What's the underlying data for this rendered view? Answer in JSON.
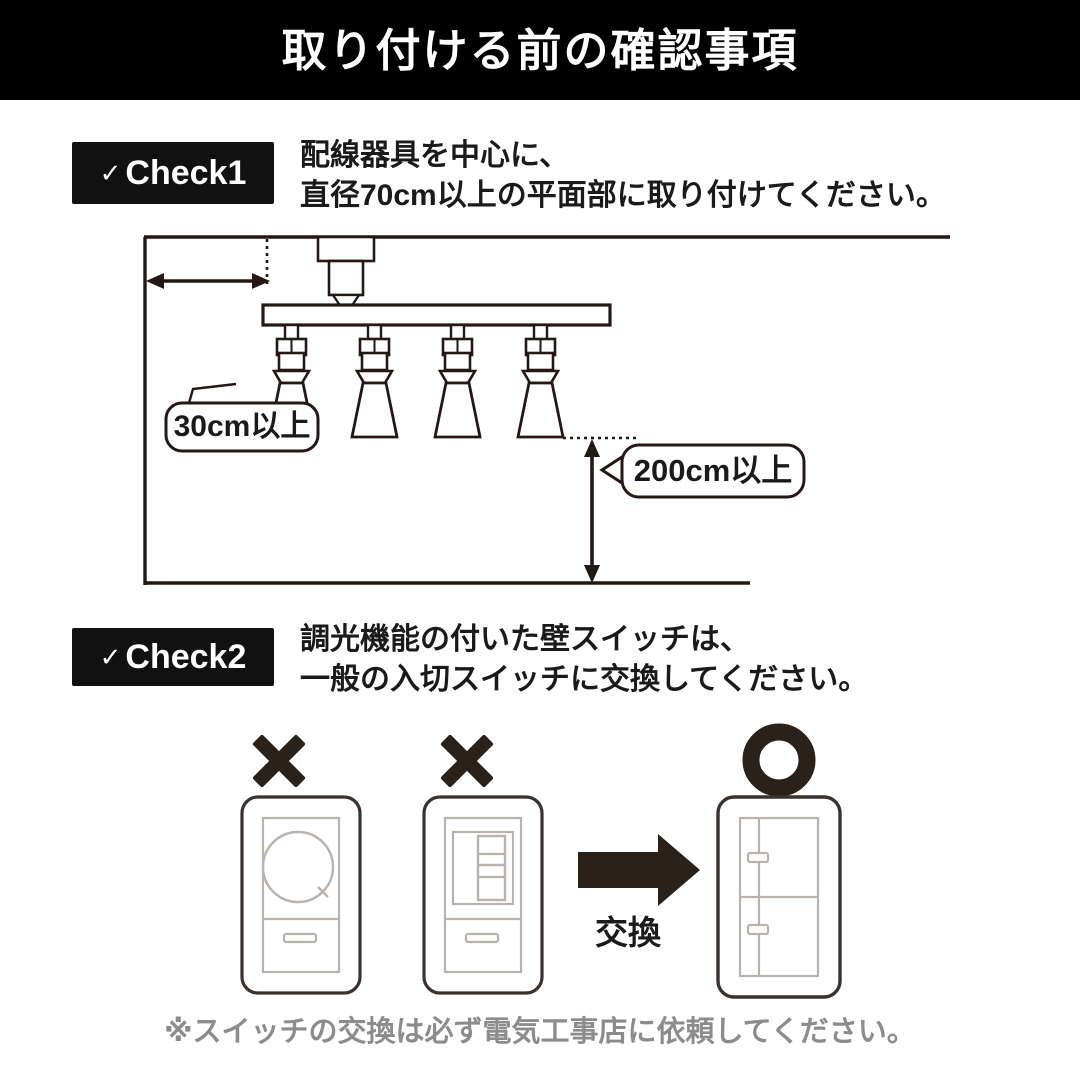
{
  "header": {
    "title": "取り付ける前の確認事項",
    "bg_color": "#000000",
    "text_color": "#ffffff"
  },
  "check1": {
    "badge_check_glyph": "✓",
    "badge_label": "Check1",
    "line1": "配線器具を中心に、",
    "line2": "直径70cm以上の平面部に取り付けてください。"
  },
  "check2": {
    "badge_check_glyph": "✓",
    "badge_label": "Check2",
    "line1": "調光機能の付いた壁スイッチは、",
    "line2": "一般の入切スイッチに交換してください。"
  },
  "room_diagram": {
    "callout_horizontal": "30cm以上",
    "callout_vertical": "200cm以上",
    "spotlight_count": 4,
    "line_color": "#231815",
    "ceiling_label": "ceiling-line",
    "floor_label": "floor-line"
  },
  "switches": {
    "bad_mark": "✕",
    "good_mark": "○",
    "arrow_label": "交換",
    "items": [
      {
        "name": "rotary-dimmer-switch",
        "verdict": "bad"
      },
      {
        "name": "slider-dimmer-switch",
        "verdict": "bad"
      },
      {
        "name": "standard-onoff-switch",
        "verdict": "good"
      }
    ],
    "mark_color": "#2b211b",
    "outline_color": "#3a322e"
  },
  "footnote": {
    "text": "※スイッチの交換は必ず電気工事店に依頼してください。",
    "color": "#8c8c8c"
  }
}
